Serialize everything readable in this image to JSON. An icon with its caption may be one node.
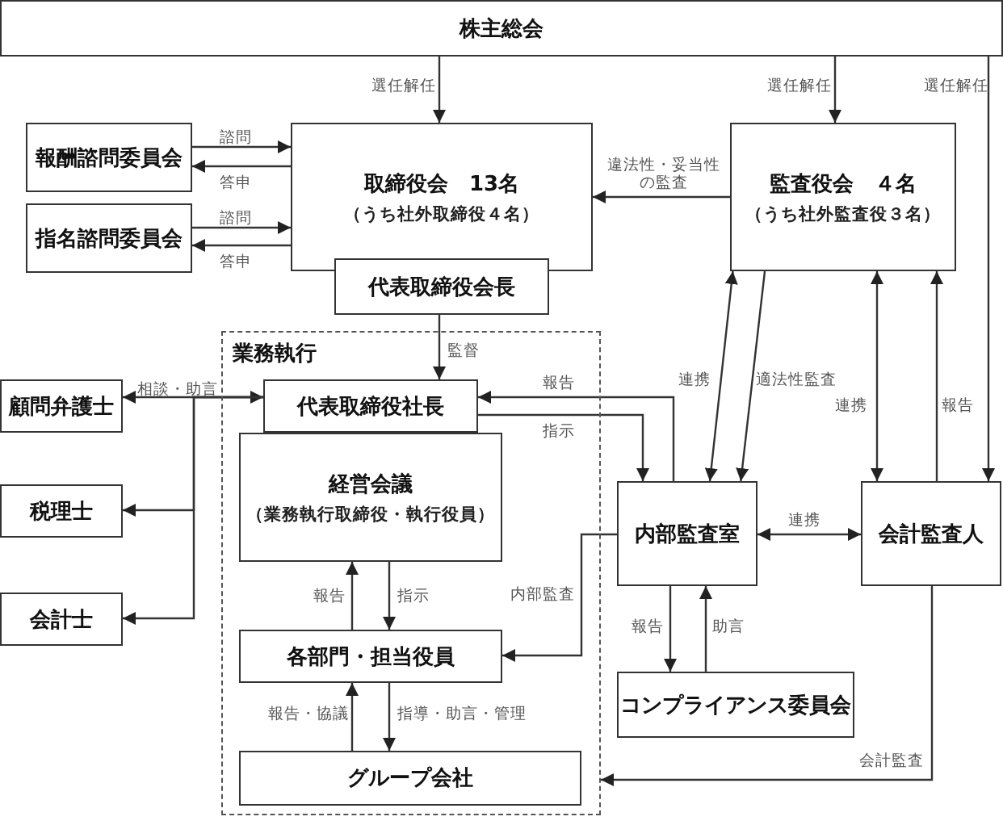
{
  "diagram": {
    "nodes": [
      {
        "text": [
          "株主総会"
        ]
      },
      {
        "text": [
          "報酬諮問委員会"
        ]
      },
      {
        "text": [
          "指名諮問委員会"
        ]
      },
      {
        "text": [
          "取締役会　13名",
          "（うち社外取締役４名）"
        ]
      },
      {
        "text": [
          "代表取締役会長"
        ]
      },
      {
        "text": [
          "監査役会　４名",
          "（うち社外監査役３名）"
        ]
      },
      {
        "text": [
          "業務執行"
        ]
      },
      {
        "text": [
          "代表取締役社長"
        ],
        "in": 6
      },
      {
        "text": [
          "経営会議",
          "（業務執行取締役・執行役員）"
        ],
        "in": 6
      },
      {
        "text": [
          "各部門・担当役員"
        ],
        "in": 6
      },
      {
        "text": [
          "グループ会社"
        ],
        "in": 6
      },
      {
        "text": [
          "顧問弁護士"
        ]
      },
      {
        "text": [
          "税理士"
        ]
      },
      {
        "text": [
          "会計士"
        ]
      },
      {
        "text": [
          "内部監査室"
        ]
      },
      {
        "text": [
          "会計監査人"
        ]
      },
      {
        "text": [
          "コンプライアンス委員会"
        ]
      }
    ],
    "edges": [
      {
        "from": 0,
        "to": 3,
        "arrow": "to",
        "label": "選任解任"
      },
      {
        "from": 0,
        "to": 5,
        "arrow": "to",
        "label": "選任解任"
      },
      {
        "from": 0,
        "to": 15,
        "arrow": "to",
        "label": "選任解任"
      },
      {
        "from": 1,
        "to": 3,
        "arrow": "to",
        "label": "諮問"
      },
      {
        "from": 3,
        "to": 1,
        "arrow": "to",
        "label": "答申"
      },
      {
        "from": 2,
        "to": 3,
        "arrow": "to",
        "label": "諮問"
      },
      {
        "from": 3,
        "to": 2,
        "arrow": "to",
        "label": "答申"
      },
      {
        "from": 5,
        "to": 3,
        "arrow": "to",
        "label": "違法性・妥当性の監査"
      },
      {
        "from": 4,
        "to": 7,
        "arrow": "to",
        "label": "監督"
      },
      {
        "from": 7,
        "to": 11,
        "arrow": "both",
        "label": "相談・助言"
      },
      {
        "from": 7,
        "to": 12,
        "arrow": "to"
      },
      {
        "from": 7,
        "to": 13,
        "arrow": "to"
      },
      {
        "from": 14,
        "to": 7,
        "arrow": "to",
        "label": "報告"
      },
      {
        "from": 7,
        "to": 14,
        "arrow": "to",
        "label": "指示"
      },
      {
        "from": 5,
        "to": 14,
        "arrow": "both",
        "label": "連携"
      },
      {
        "from": 5,
        "to": 14,
        "arrow": "to",
        "label": "適法性監査"
      },
      {
        "from": 5,
        "to": 15,
        "arrow": "both",
        "label": "連携"
      },
      {
        "from": 15,
        "to": 5,
        "arrow": "to",
        "label": "報告"
      },
      {
        "from": 14,
        "to": 15,
        "arrow": "both",
        "label": "連携"
      },
      {
        "from": 14,
        "to": 9,
        "arrow": "to",
        "label": "内部監査"
      },
      {
        "from": 14,
        "to": 16,
        "arrow": "to",
        "label": "報告"
      },
      {
        "from": 16,
        "to": 14,
        "arrow": "to",
        "label": "助言"
      },
      {
        "from": 9,
        "to": 8,
        "arrow": "to",
        "label": "報告"
      },
      {
        "from": 8,
        "to": 9,
        "arrow": "to",
        "label": "指示"
      },
      {
        "from": 10,
        "to": 9,
        "arrow": "to",
        "label": "報告・協議"
      },
      {
        "from": 9,
        "to": 10,
        "arrow": "to",
        "label": "指導・助言・管理"
      },
      {
        "from": 15,
        "to": 6,
        "arrow": "to",
        "label": "会計監査"
      }
    ]
  }
}
